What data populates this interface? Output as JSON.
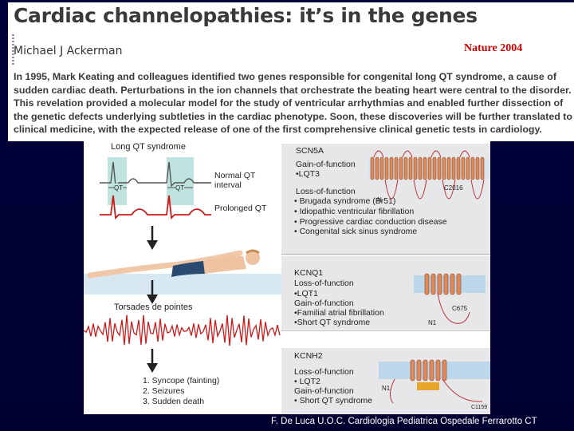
{
  "header": {
    "title": "Cardiac channelopathies: it’s in the genes",
    "author": "Michael J Ackerman",
    "citation": "Nature 2004",
    "abstract_lines": [
      "In 1995, Mark Keating and colleagues identified two genes responsible for congenital long QT syndrome, a cause of",
      "sudden cardiac death. Perturbations in the ion channels that orchestrate the beating heart were central to the disorder.",
      "This revelation provided a molecular model for the study of ventricular arrhythmias and enabled further dissection of",
      "the genetic defects underlying subtleties in the cardiac phenotype. Soon, these discoveries will be further translated to",
      "clinical medicine, with the expected release of one of the first comprehensive clinical genetic tests in cardiology."
    ]
  },
  "figure": {
    "left": {
      "section_title": "Long QT syndrome",
      "qt_label": "QT",
      "normal_label": [
        "Normal QT",
        "interval"
      ],
      "prolonged_label": "Prolonged QT",
      "torsades_label": "Torsades de pointes",
      "outcomes": [
        "1. Syncope (fainting)",
        "2. Seizures",
        "3. Sudden death"
      ]
    },
    "scn5a": {
      "gene": "SCN5A",
      "lines": [
        "Gain-of-function",
        "•LQT3",
        "Loss-of-function",
        "• Brugada syndrome (Br51)",
        "• Idiopathic ventricular fibrillation",
        "• Progressive cardiac conduction disease",
        "• Congenital sick sinus syndrome"
      ],
      "n_label": "N",
      "c_label": "C2016"
    },
    "kcnq1": {
      "gene": "KCNQ1",
      "lines": [
        "Loss-of-function",
        "•LQT1",
        "Gain-of-function",
        "•Familial atrial fibrillation",
        "•Short QT syndrome"
      ],
      "n_label": "N1",
      "c_label": "C675"
    },
    "kcnh2": {
      "gene": "KCNH2",
      "lines": [
        "Loss-of-function",
        "• LQT2",
        "Gain-of-function",
        "• Short QT syndrome"
      ],
      "n_label": "N1",
      "c_label": "C1159"
    }
  },
  "footer": "F. De Luca U.O.C. Cardiologia Pediatrica Ospedale Ferrarotto CT",
  "colors": {
    "background": "#000033",
    "citation": "#cc0000",
    "ecg_red": "#cc1a1a",
    "ecg_teal": "#bfe3de",
    "channel_orange": "#e08a5a",
    "loop_red": "#b8323a",
    "membrane_blue": "#7fa6c9"
  }
}
